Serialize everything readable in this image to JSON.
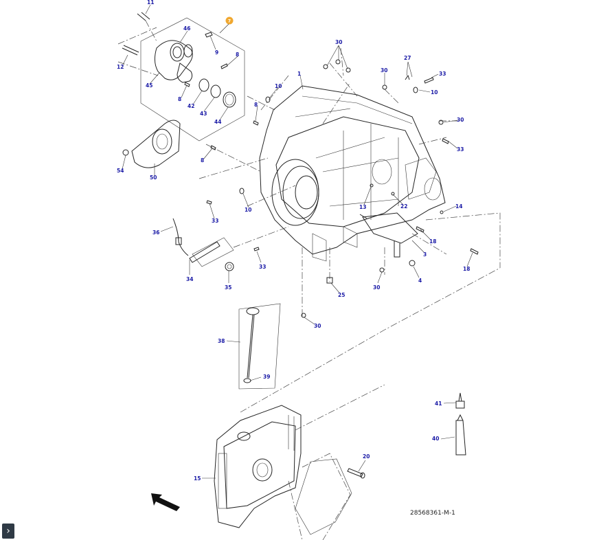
{
  "diagram": {
    "reference_code": "28568361-M-1",
    "highlight_color": "#f0a830",
    "label_color": "#1a1aa6",
    "callouts": [
      {
        "label": "11"
      },
      {
        "label": "46"
      },
      {
        "label": "9"
      },
      {
        "label": "8"
      },
      {
        "label": "12"
      },
      {
        "label": "45"
      },
      {
        "label": "8"
      },
      {
        "label": "42"
      },
      {
        "label": "43"
      },
      {
        "label": "44"
      },
      {
        "label": "10"
      },
      {
        "label": "8"
      },
      {
        "label": "54"
      },
      {
        "label": "50"
      },
      {
        "label": "8"
      },
      {
        "label": "1"
      },
      {
        "label": "30"
      },
      {
        "label": "27"
      },
      {
        "label": "30"
      },
      {
        "label": "33"
      },
      {
        "label": "10"
      },
      {
        "label": "30"
      },
      {
        "label": "33"
      },
      {
        "label": "13"
      },
      {
        "label": "22"
      },
      {
        "label": "14"
      },
      {
        "label": "10"
      },
      {
        "label": "33"
      },
      {
        "label": "18"
      },
      {
        "label": "3"
      },
      {
        "label": "18"
      },
      {
        "label": "36"
      },
      {
        "label": "34"
      },
      {
        "label": "35"
      },
      {
        "label": "33"
      },
      {
        "label": "30"
      },
      {
        "label": "4"
      },
      {
        "label": "25"
      },
      {
        "label": "30"
      },
      {
        "label": "38"
      },
      {
        "label": "39"
      },
      {
        "label": "41"
      },
      {
        "label": "40"
      },
      {
        "label": "20"
      },
      {
        "label": "15"
      }
    ]
  },
  "controls": {
    "expand_icon": "chevron-right-icon",
    "expand_glyph": "›"
  }
}
